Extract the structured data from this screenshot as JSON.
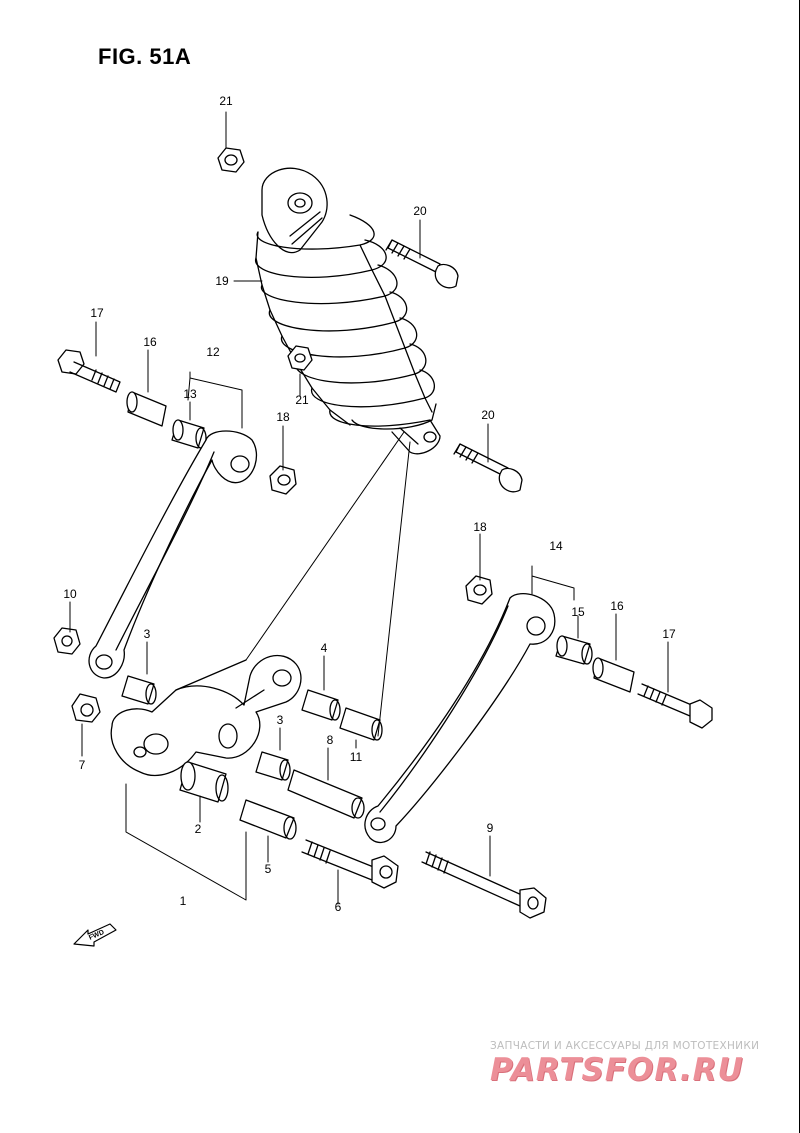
{
  "figure": {
    "title": "FIG. 51A",
    "fwd_label": "FWD"
  },
  "callouts": [
    {
      "id": "c21a",
      "text": "21"
    },
    {
      "id": "c20a",
      "text": "20"
    },
    {
      "id": "c19",
      "text": "19"
    },
    {
      "id": "c17a",
      "text": "17"
    },
    {
      "id": "c16a",
      "text": "16"
    },
    {
      "id": "c12",
      "text": "12"
    },
    {
      "id": "c13",
      "text": "13"
    },
    {
      "id": "c21b",
      "text": "21"
    },
    {
      "id": "c18a",
      "text": "18"
    },
    {
      "id": "c20b",
      "text": "20"
    },
    {
      "id": "c18b",
      "text": "18"
    },
    {
      "id": "c14",
      "text": "14"
    },
    {
      "id": "c15",
      "text": "15"
    },
    {
      "id": "c16b",
      "text": "16"
    },
    {
      "id": "c17b",
      "text": "17"
    },
    {
      "id": "c10",
      "text": "10"
    },
    {
      "id": "c3a",
      "text": "3"
    },
    {
      "id": "c4",
      "text": "4"
    },
    {
      "id": "c7",
      "text": "7"
    },
    {
      "id": "c3b",
      "text": "3"
    },
    {
      "id": "c8",
      "text": "8"
    },
    {
      "id": "c11",
      "text": "11"
    },
    {
      "id": "c2",
      "text": "2"
    },
    {
      "id": "c9",
      "text": "9"
    },
    {
      "id": "c5",
      "text": "5"
    },
    {
      "id": "c6",
      "text": "6"
    },
    {
      "id": "c1",
      "text": "1"
    }
  ],
  "watermark": {
    "tagline": "ЗАПЧАСТИ И АКСЕССУАРЫ ДЛЯ МОТОТЕХНИКИ",
    "logo": "PARTSFOR.RU"
  }
}
